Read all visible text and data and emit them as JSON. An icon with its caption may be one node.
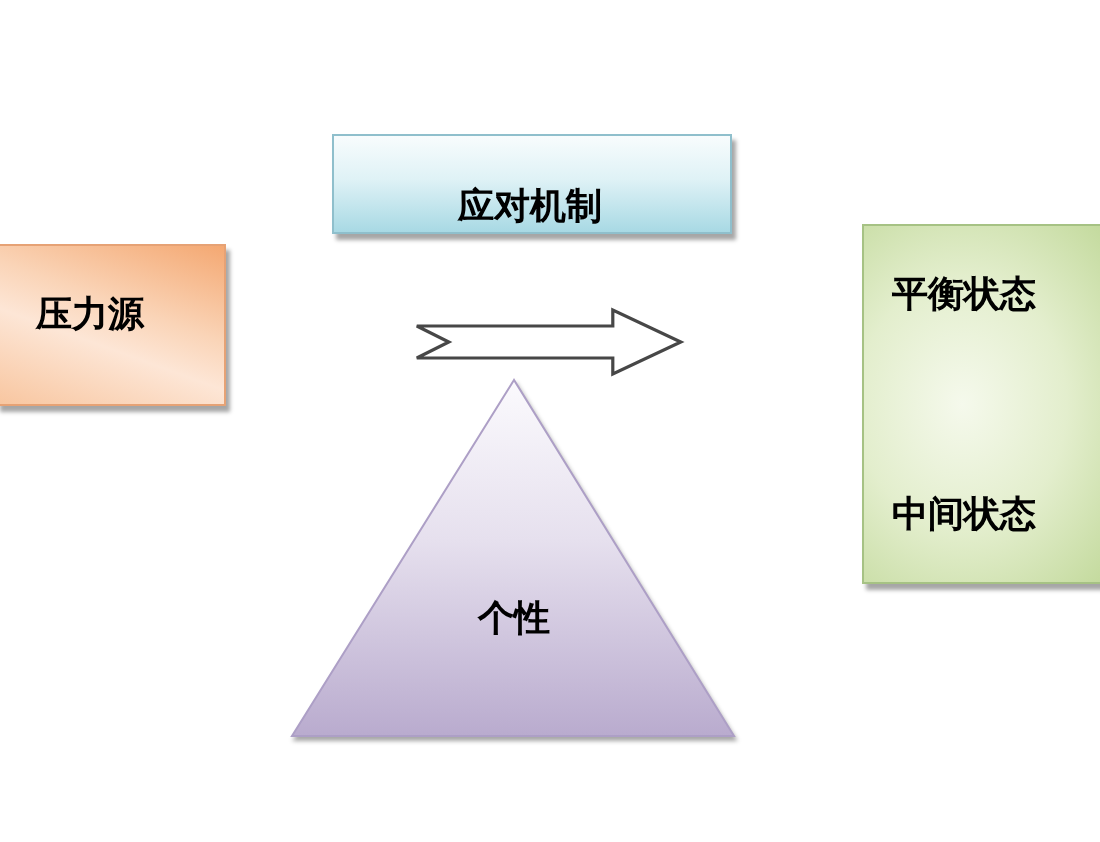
{
  "diagram": {
    "nodes": [
      {
        "text": [
          "应对机制"
        ]
      },
      {
        "text": [
          "压力源"
        ]
      },
      {
        "text": [
          "平衡状态",
          "中间状态"
        ]
      },
      {
        "text": [
          "个性"
        ]
      }
    ],
    "edges": [
      {
        "from": 1,
        "to": 2,
        "arrow": "to"
      }
    ]
  }
}
